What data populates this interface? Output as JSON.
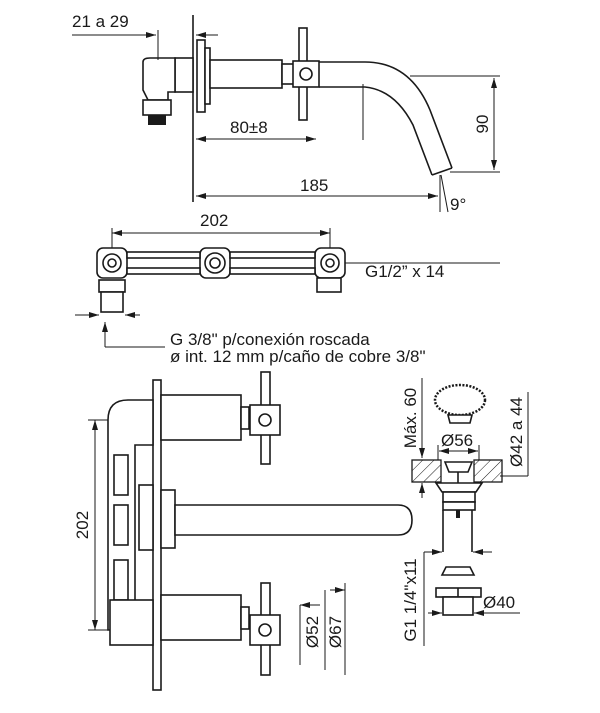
{
  "side_view": {
    "dim_wall_thickness": "21 a 29",
    "dim_handle_depth": "80±8",
    "dim_spout_height": "90",
    "dim_spout_length": "185",
    "dim_angle": "9°"
  },
  "top_view": {
    "dim_width": "202",
    "thread_label": "G1/2” x 14",
    "connection_note_line1": "G 3/8\" p/conexión roscada",
    "connection_note_line2": "ø int. 12 mm p/caño de cobre 3/8\""
  },
  "front_view": {
    "dim_height": "202",
    "dim_d52": "Ø52",
    "dim_d67": "Ø67"
  },
  "drain": {
    "dim_max": "Máx. 60",
    "dim_d56": "Ø56",
    "dim_hole": "Ø42 a 44",
    "dim_thread": "G1 1/4\"x11",
    "dim_d40": "Ø40"
  }
}
